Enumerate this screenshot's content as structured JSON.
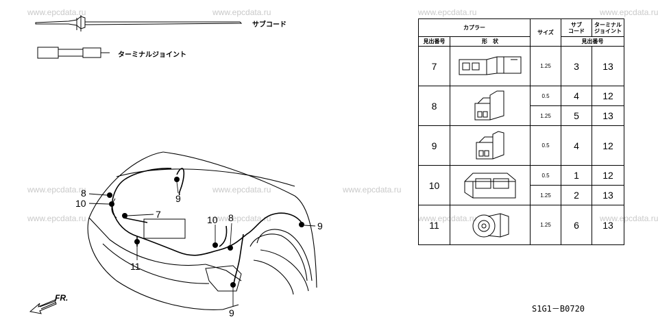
{
  "watermarks": [
    "www.epcdata.ru"
  ],
  "legend": {
    "sub_cord": "サブコード",
    "terminal_joint": "ターミナルジョイント"
  },
  "callouts": {
    "c8a": "8",
    "c10a": "10",
    "c9a": "9",
    "c7": "7",
    "c11": "11",
    "c10b": "10",
    "c8b": "8",
    "c9b": "9",
    "c9c": "9"
  },
  "front_label": "FR.",
  "diagram_code": "S1G1－B0720",
  "table": {
    "h_coupler": "カプラー",
    "h_size": "サイズ",
    "h_sub_cord": "サブ\nコード",
    "h_terminal": "ターミナル\nジョイント",
    "h_ref_no": "見出番号",
    "h_shape": "形　状",
    "h_ref_no2": "見出番号",
    "rows": [
      {
        "ref": "7",
        "icon": "connector-7",
        "sizes": [
          {
            "size": "1.25",
            "sub": "3",
            "term": "13"
          }
        ]
      },
      {
        "ref": "8",
        "icon": "connector-8",
        "sizes": [
          {
            "size": "0.5",
            "sub": "4",
            "term": "12"
          },
          {
            "size": "1.25",
            "sub": "5",
            "term": "13"
          }
        ]
      },
      {
        "ref": "9",
        "icon": "connector-9",
        "sizes": [
          {
            "size": "0.5",
            "sub": "4",
            "term": "12"
          }
        ]
      },
      {
        "ref": "10",
        "icon": "connector-10",
        "sizes": [
          {
            "size": "0.5",
            "sub": "1",
            "term": "12"
          },
          {
            "size": "1.25",
            "sub": "2",
            "term": "13"
          }
        ]
      },
      {
        "ref": "11",
        "icon": "connector-11",
        "sizes": [
          {
            "size": "1.25",
            "sub": "6",
            "term": "13"
          }
        ]
      }
    ]
  }
}
